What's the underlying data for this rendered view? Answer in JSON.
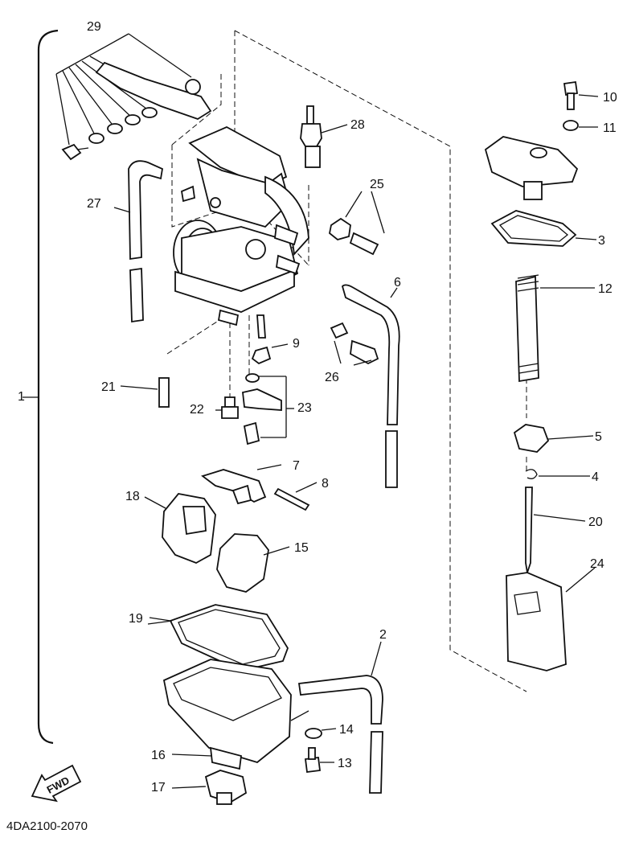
{
  "diagram_code": "4DA2100-2070",
  "direction_label": "FWD",
  "callouts": {
    "c1": "1",
    "c2": "2",
    "c3": "3",
    "c4": "4",
    "c5": "5",
    "c6": "6",
    "c7": "7",
    "c8": "8",
    "c9": "9",
    "c10": "10",
    "c11": "11",
    "c12": "12",
    "c13": "13",
    "c14": "14",
    "c15": "15",
    "c16": "16",
    "c17": "17",
    "c18": "18",
    "c19": "19",
    "c20": "20",
    "c21": "21",
    "c22": "22",
    "c23": "23",
    "c24": "24",
    "c25": "25",
    "c26": "26",
    "c27": "27",
    "c28": "28",
    "c29": "29"
  }
}
